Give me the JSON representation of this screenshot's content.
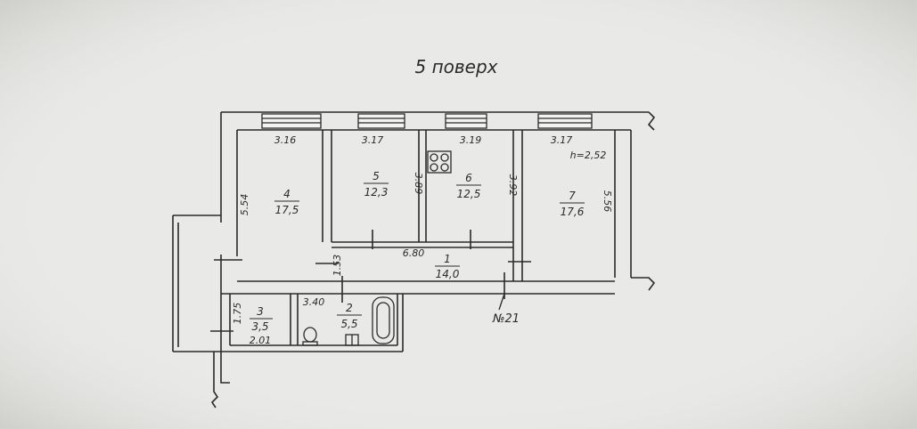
{
  "title": "5 поверх",
  "unit_label": "№21",
  "ceiling_height": "h=2,52",
  "rooms": [
    {
      "number": "1",
      "area": "14,0"
    },
    {
      "number": "2",
      "area": "5,5"
    },
    {
      "number": "3",
      "area": "3,5"
    },
    {
      "number": "4",
      "area": "17,5"
    },
    {
      "number": "5",
      "area": "12,3"
    },
    {
      "number": "6",
      "area": "12,5"
    },
    {
      "number": "7",
      "area": "17,6"
    }
  ],
  "dimensions": {
    "room4_width": "3.16",
    "room5_width": "3.17",
    "room6_width": "3.19",
    "room7_width": "3.17",
    "room4_depth": "5.54",
    "room5_depth": "3.89",
    "room6_depth": "3.92",
    "room7_depth": "5.56",
    "corridor_length": "6.80",
    "corridor_depth": "1.53",
    "bath_width": "3.40",
    "closet_depth": "1.75",
    "closet_width": "2.01"
  },
  "colors": {
    "paper": "#e9e9e7",
    "ink": "#2a2a2a",
    "wall_fill": "#f3f3f1"
  }
}
